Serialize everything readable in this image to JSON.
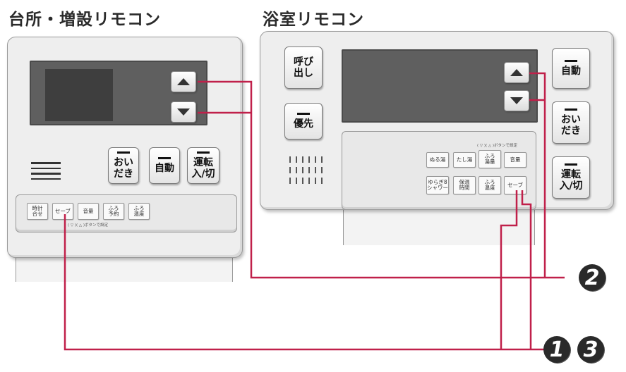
{
  "titles": {
    "kitchen": "台所・増設リモコン",
    "bathroom": "浴室リモコン"
  },
  "kitchen_remote": {
    "buttons": {
      "oidaki": "おい\nだき",
      "auto": "自動",
      "power": "運転\n入/切"
    },
    "panel_buttons": [
      "時計\n合せ",
      "セーブ",
      "音量",
      "ふろ\n予約",
      "ふろ\n温度"
    ],
    "panel_hint": "( ▽ )( △ )ボタンで設定"
  },
  "bath_remote": {
    "buttons": {
      "call": "呼び\n出し",
      "priority": "優先",
      "auto": "自動",
      "oidaki": "おい\nだき",
      "power": "運転\n入/切"
    },
    "panel_buttons_row1": [
      "ぬる湯",
      "たし湯",
      "ふろ\n湯量",
      "音量"
    ],
    "panel_buttons_row2": [
      "ゆらぎ8\nシャワー",
      "保温\n時間",
      "ふろ\n温度",
      "セーブ"
    ],
    "panel_hint": "( ▽ )( △ )ボタンで設定"
  },
  "badges": {
    "two": "2",
    "one": "1",
    "three": "3"
  },
  "colors": {
    "callout_line": "#c0204a",
    "badge": "#2a2a2a"
  }
}
